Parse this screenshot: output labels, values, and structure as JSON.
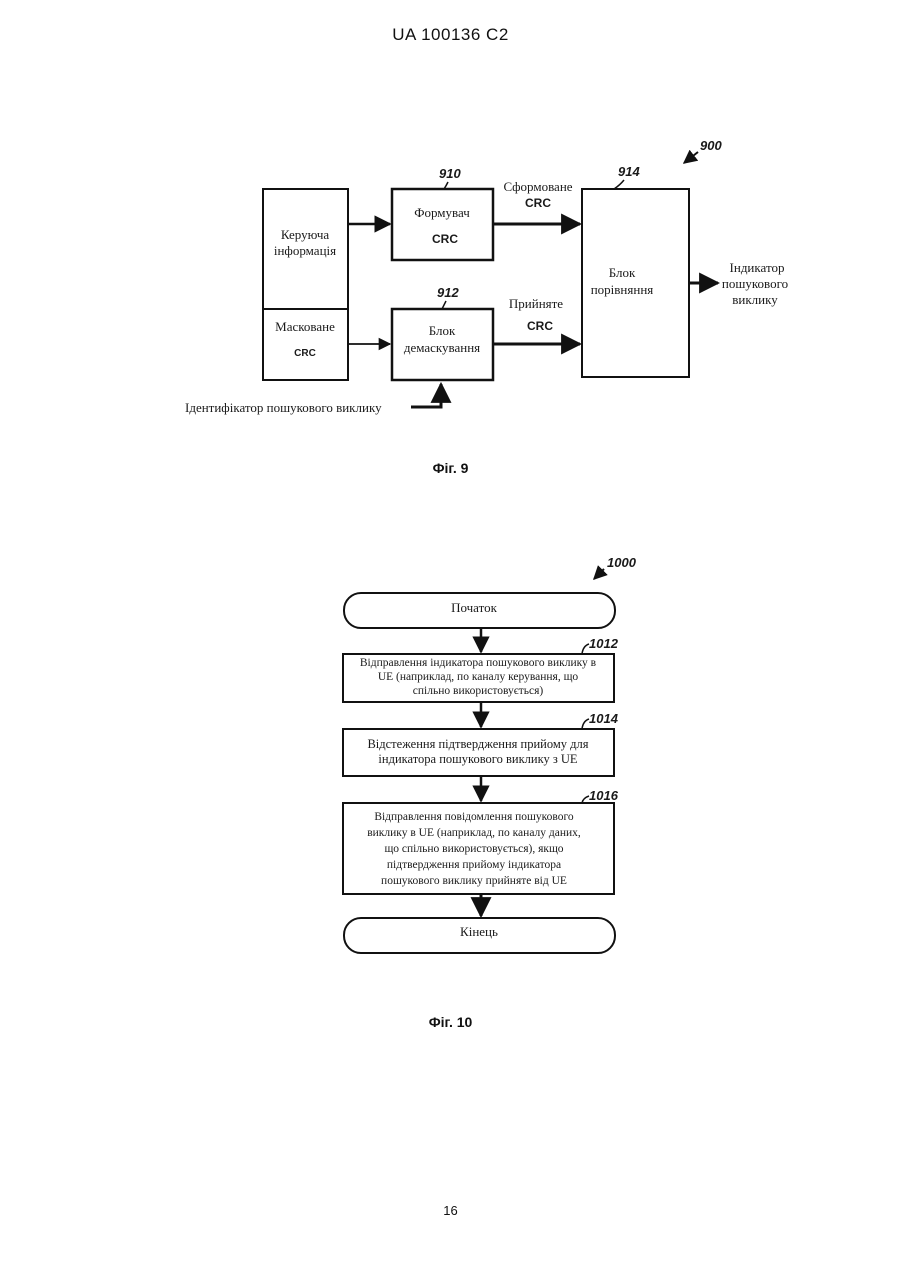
{
  "header": "UA   100136   C2",
  "page_number": "16",
  "fig9": {
    "caption": "Фіг. 9",
    "ref_main": "900",
    "ref_910": "910",
    "ref_912": "912",
    "ref_914": "914",
    "control_line1": "Керуюча",
    "control_line2": "інформація",
    "masked_line1": "Масковане",
    "masked_line2": "CRC",
    "former_line1": "Формувач",
    "former_line2": "CRC",
    "demask_line1": "Блок",
    "demask_line2": "демаскування",
    "compare_line1": "Блок",
    "compare_line2": "порівняння",
    "formed_line1": "Сформоване",
    "formed_line2": "CRC",
    "received_line1": "Прийняте",
    "received_line2": "CRC",
    "output_line1": "Індикатор",
    "output_line2": "пошукового",
    "output_line3": "виклику",
    "input_label": "Ідентифікатор пошукового виклику"
  },
  "fig10": {
    "caption": "Фіг. 10",
    "ref_main": "1000",
    "start": "Початок",
    "end": "Кінець",
    "step1_ref": "1012",
    "step1_line1": "Відправлення індикатора пошукового виклику в",
    "step1_line2": "UE (наприклад, по каналу керування, що",
    "step1_line3": "спільно використовується)",
    "step2_ref": "1014",
    "step2_line1": "Відстеження підтвердження прийому для",
    "step2_line2": "індикатора пошукового виклику з UE",
    "step3_ref": "1016",
    "step3_line1": "Відправлення повідомлення пошукового",
    "step3_line2": "виклику в UE (наприклад, по каналу даних,",
    "step3_line3": "що спільно використовується), якщо",
    "step3_line4": "підтвердження прийому індикатора",
    "step3_line5": "пошукового виклику прийняте від UE"
  }
}
